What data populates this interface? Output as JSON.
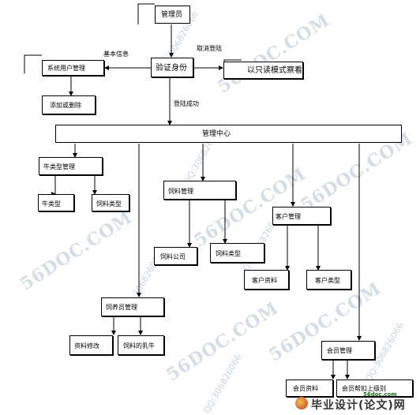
{
  "nodes": {
    "admin": "管理员",
    "verify": "验证身份",
    "system_user_mgmt": "系统用户管理",
    "add_delete": "添加或删除",
    "readonly": "以只读模式察看",
    "center": "管理中心",
    "cattle_type_mgmt": "牛类型管理",
    "cattle_type": "牛类型",
    "feed_type_a": "饲料类型",
    "feed_mgmt": "饲料管理",
    "feed_company": "饲料公司",
    "feed_type_b": "饲料类型",
    "customer_mgmt": "客户管理",
    "customer_info": "客户资料",
    "customer_type": "客户类型",
    "breeder_mgmt": "饲养员管理",
    "info_modify": "资料修改",
    "feed_milk": "饲料的乳牛",
    "member_mgmt": "会员管理",
    "member_info": "会员资料",
    "member_level": "会员帮扣上级别"
  },
  "edge_labels": {
    "basic_info": "基本信息",
    "cancel_login": "取消登陆",
    "login_success": "登陆成功"
  },
  "watermarks": {
    "site": "56DOC.COM",
    "qq": "QQ:306826066"
  },
  "logo": {
    "brand": "毕业设计(论文)网",
    "site": "56doc.com"
  }
}
